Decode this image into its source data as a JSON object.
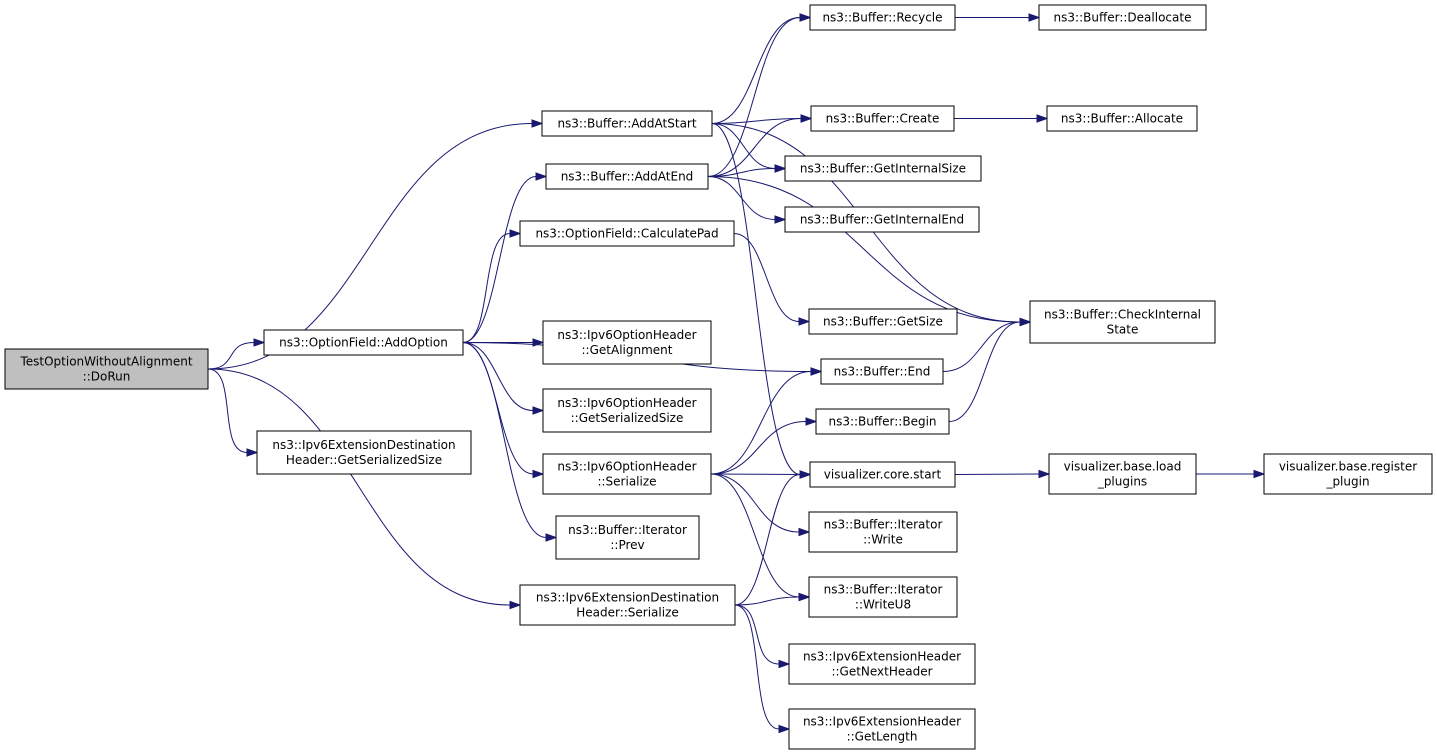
{
  "colors": {
    "edge": "#191970",
    "root_fill": "#bfbfbf",
    "node_fill": "#ffffff",
    "node_border": "#000000"
  },
  "nodes": {
    "root": [
      "TestOptionWithoutAlignment",
      "::DoRun"
    ],
    "add_option": [
      "ns3::OptionField::AddOption"
    ],
    "ext_dest_size": [
      "ns3::Ipv6ExtensionDestination",
      "Header::GetSerializedSize"
    ],
    "add_at_start": [
      "ns3::Buffer::AddAtStart"
    ],
    "add_at_end": [
      "ns3::Buffer::AddAtEnd"
    ],
    "calc_pad": [
      "ns3::OptionField::CalculatePad"
    ],
    "opt_get_alignment": [
      "ns3::Ipv6OptionHeader",
      "::GetAlignment"
    ],
    "opt_get_size": [
      "ns3::Ipv6OptionHeader",
      "::GetSerializedSize"
    ],
    "opt_serialize": [
      "ns3::Ipv6OptionHeader",
      "::Serialize"
    ],
    "iter_prev": [
      "ns3::Buffer::Iterator",
      "::Prev"
    ],
    "ext_dest_serialize": [
      "ns3::Ipv6ExtensionDestination",
      "Header::Serialize"
    ],
    "recycle": [
      "ns3::Buffer::Recycle"
    ],
    "deallocate": [
      "ns3::Buffer::Deallocate"
    ],
    "create": [
      "ns3::Buffer::Create"
    ],
    "allocate": [
      "ns3::Buffer::Allocate"
    ],
    "get_internal_size": [
      "ns3::Buffer::GetInternalSize"
    ],
    "get_internal_end": [
      "ns3::Buffer::GetInternalEnd"
    ],
    "get_size": [
      "ns3::Buffer::GetSize"
    ],
    "check_internal_state": [
      "ns3::Buffer::CheckInternal",
      "State"
    ],
    "end": [
      "ns3::Buffer::End"
    ],
    "begin": [
      "ns3::Buffer::Begin"
    ],
    "vis_start": [
      "visualizer.core.start"
    ],
    "vis_load_plugins": [
      "visualizer.base.load",
      "_plugins"
    ],
    "vis_register_plugin": [
      "visualizer.base.register",
      "_plugin"
    ],
    "iter_write": [
      "ns3::Buffer::Iterator",
      "::Write"
    ],
    "iter_write_u8": [
      "ns3::Buffer::Iterator",
      "::WriteU8"
    ],
    "ext_get_next_header": [
      "ns3::Ipv6ExtensionHeader",
      "::GetNextHeader"
    ],
    "ext_get_length": [
      "ns3::Ipv6ExtensionHeader",
      "::GetLength"
    ]
  },
  "edges": [
    [
      "root",
      "add_at_start"
    ],
    [
      "root",
      "add_option"
    ],
    [
      "root",
      "ext_dest_size"
    ],
    [
      "root",
      "ext_dest_serialize"
    ],
    [
      "add_at_start",
      "recycle"
    ],
    [
      "add_at_start",
      "check_internal_state"
    ],
    [
      "add_at_start",
      "create"
    ],
    [
      "add_at_start",
      "get_internal_size"
    ],
    [
      "add_at_start",
      "vis_start"
    ],
    [
      "add_at_end",
      "recycle"
    ],
    [
      "add_at_end",
      "create"
    ],
    [
      "add_at_end",
      "get_internal_size"
    ],
    [
      "add_at_end",
      "get_internal_end"
    ],
    [
      "add_at_end",
      "check_internal_state"
    ],
    [
      "recycle",
      "deallocate"
    ],
    [
      "create",
      "allocate"
    ],
    [
      "add_option",
      "add_at_end"
    ],
    [
      "add_option",
      "calc_pad"
    ],
    [
      "add_option",
      "end"
    ],
    [
      "add_option",
      "opt_get_alignment"
    ],
    [
      "add_option",
      "opt_get_size"
    ],
    [
      "add_option",
      "opt_serialize"
    ],
    [
      "add_option",
      "iter_prev"
    ],
    [
      "calc_pad",
      "get_size"
    ],
    [
      "end",
      "check_internal_state"
    ],
    [
      "begin",
      "check_internal_state"
    ],
    [
      "opt_serialize",
      "end"
    ],
    [
      "opt_serialize",
      "begin"
    ],
    [
      "opt_serialize",
      "vis_start"
    ],
    [
      "opt_serialize",
      "iter_write"
    ],
    [
      "opt_serialize",
      "iter_write_u8"
    ],
    [
      "ext_dest_serialize",
      "vis_start"
    ],
    [
      "ext_dest_serialize",
      "iter_write_u8"
    ],
    [
      "ext_dest_serialize",
      "ext_get_next_header"
    ],
    [
      "ext_dest_serialize",
      "ext_get_length"
    ],
    [
      "vis_start",
      "vis_load_plugins"
    ],
    [
      "vis_load_plugins",
      "vis_register_plugin"
    ]
  ]
}
